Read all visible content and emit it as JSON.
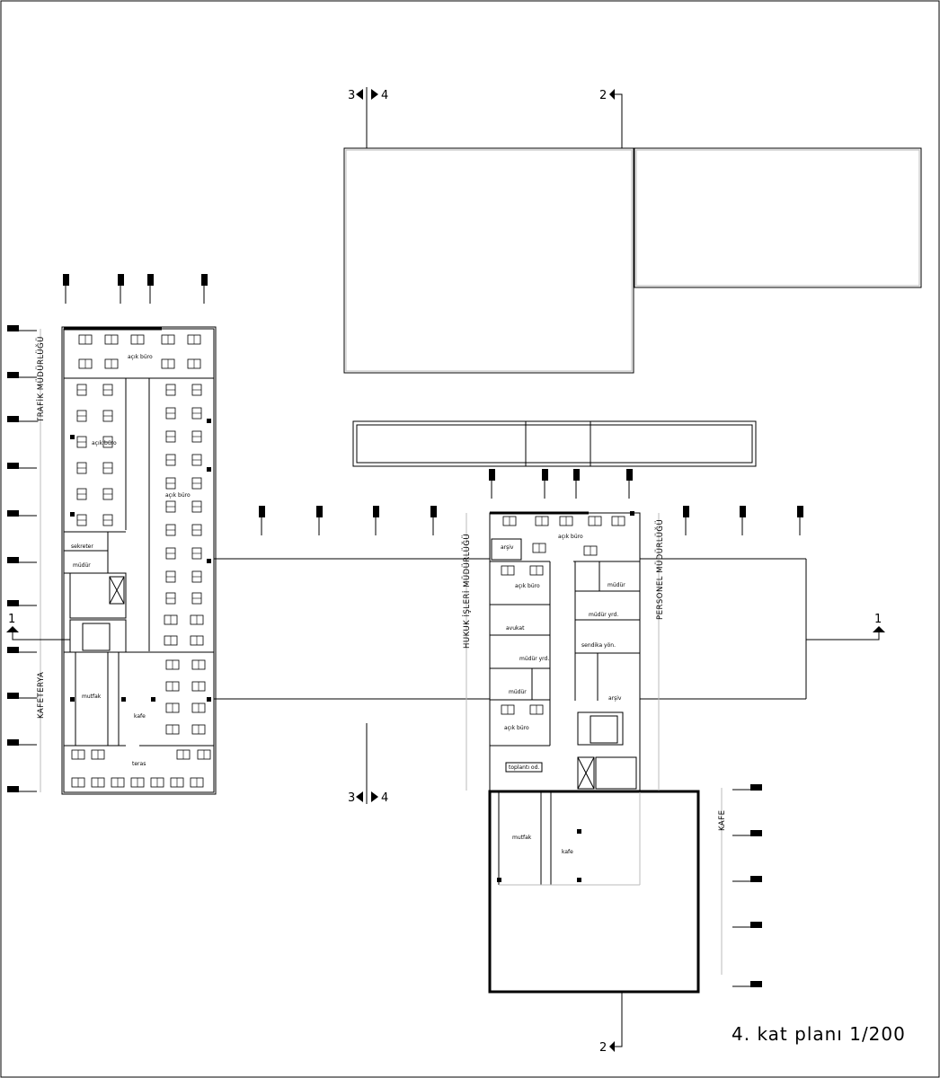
{
  "title": "4. kat planı 1/200",
  "departments": {
    "trafik": "TRAFİK MÜDÜRLÜĞÜ",
    "kafeterya": "KAFETERYA",
    "hukuk": "HUKUK İŞLERİ MÜDÜRLÜĞÜ",
    "personel": "PERSONEL MÜDÜRLÜĞÜ",
    "kafe": "KAFE"
  },
  "sections": {
    "s1": "1",
    "s2": "2",
    "s3": "3",
    "s4": "4"
  },
  "left_block_rooms": {
    "acik_buro_1": "açık büro",
    "acik_buro_2": "açık büro",
    "acik_buro_3": "açık büro",
    "sekreter": "sekreter",
    "mudur": "müdür",
    "mutfak": "mutfak",
    "kafe": "kafe",
    "teras": "teras"
  },
  "middle_block_rooms": {
    "acik_buro_1": "açık büro",
    "arsiv_1": "arşiv",
    "acik_buro_2": "açık büro",
    "mudur_1": "müdür",
    "mudur_yrd_1": "müdür yrd.",
    "avukat": "avukat",
    "mudur_yrd_2": "müdür yrd.",
    "sendika": "sendika yön.",
    "mudur_2": "müdür",
    "arsiv_2": "arşiv",
    "acik_buro_3": "açık büro",
    "toplanti": "toplantı od."
  },
  "kafe_block_rooms": {
    "mutfak": "mutfak",
    "kafe": "kafe"
  }
}
